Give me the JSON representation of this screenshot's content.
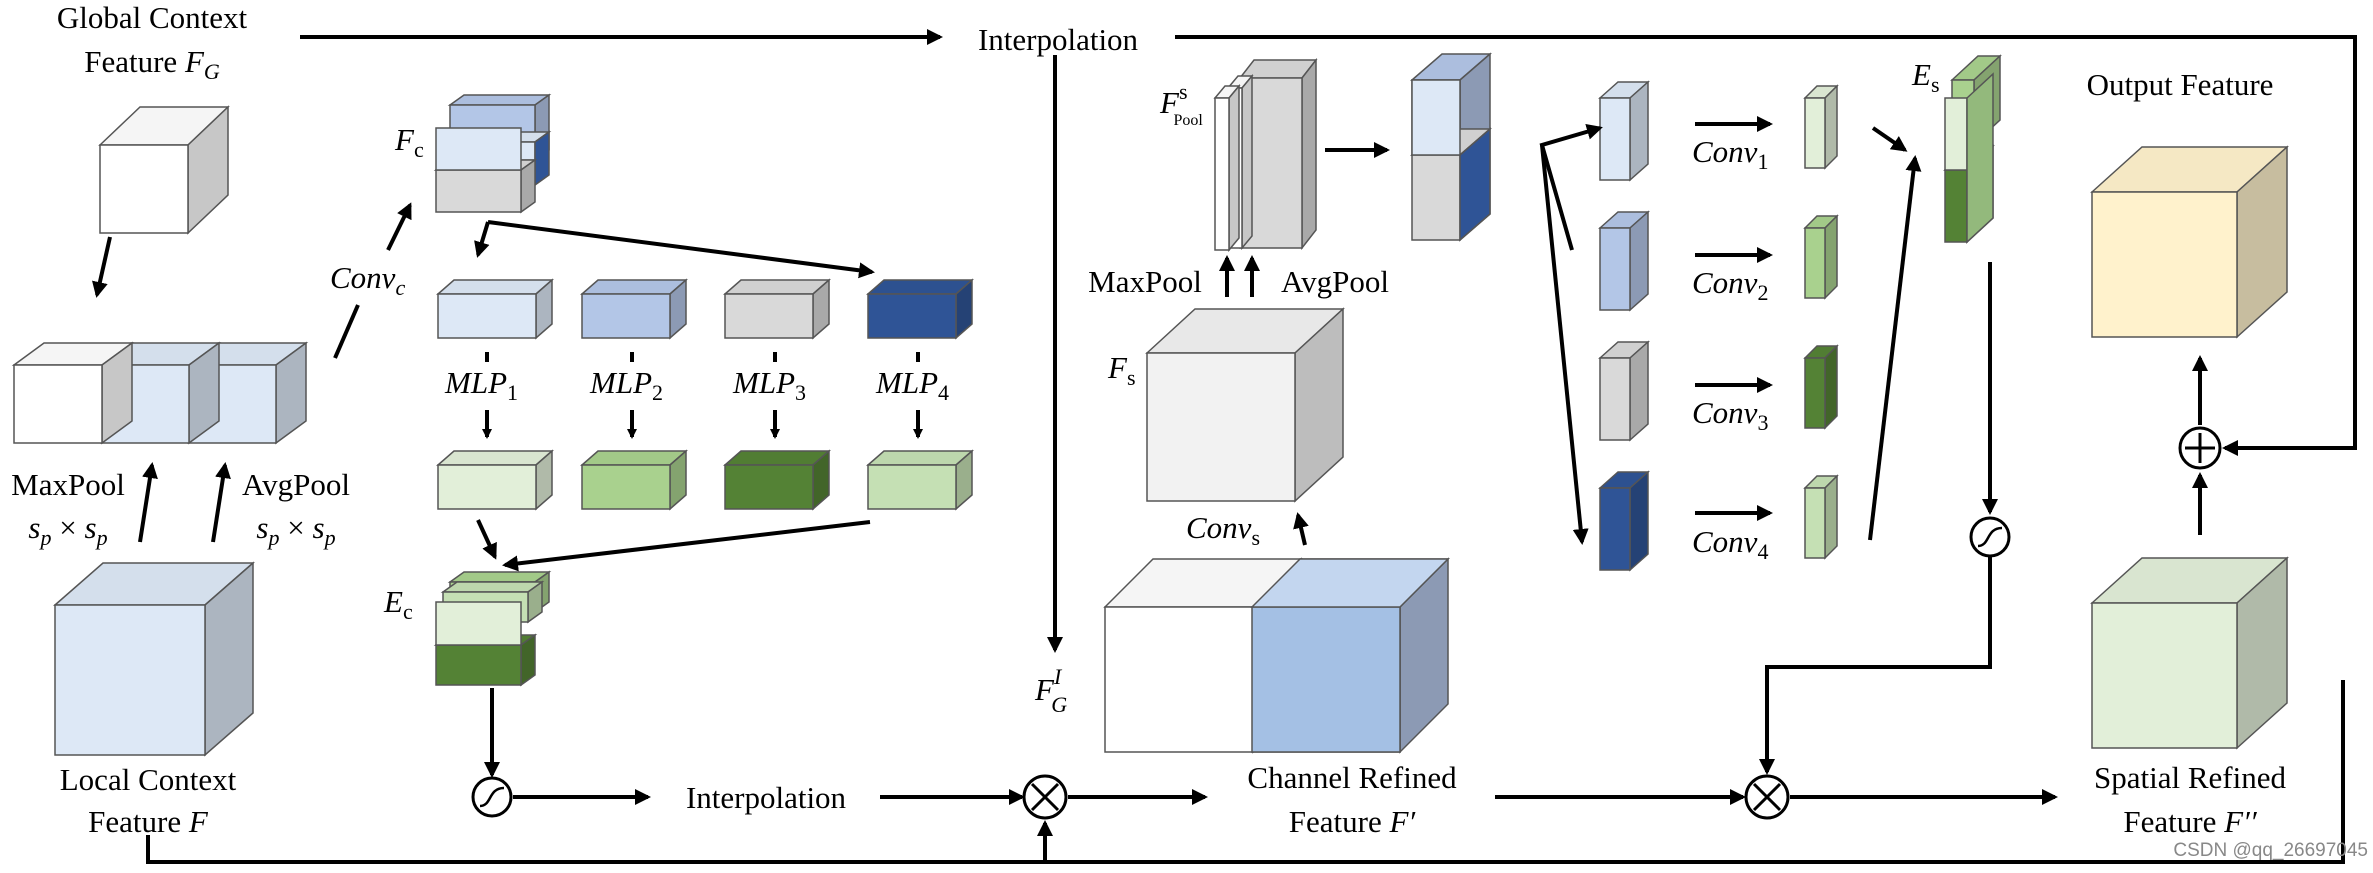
{
  "labels": {
    "global_context_l1": "Global Context",
    "global_context_l2": "Feature ",
    "global_context_sym": "F",
    "global_context_sub": "G",
    "local_context_l1": "Local Context",
    "local_context_l2": "Feature ",
    "local_context_sym": "F",
    "interpolation_top": "Interpolation",
    "interpolation_bottom": "Interpolation",
    "maxpool_left": "MaxPool",
    "avgpool_left": "AvgPool",
    "sp_left": "s",
    "sp_left_sub": "p",
    "sp_times": " × ",
    "sp_right": "s",
    "sp_right_sub": "p",
    "sp2_left": "s",
    "sp2_left_sub": "p",
    "sp2_times": " × ",
    "sp2_right": "s",
    "sp2_right_sub": "p",
    "conv_c": "Conv",
    "conv_c_sub": "c",
    "fc": "F",
    "fc_sub": "c",
    "ec": "E",
    "ec_sub": "c",
    "mlp1": "MLP",
    "mlp1_sub": "1",
    "mlp2": "MLP",
    "mlp2_sub": "2",
    "mlp3": "MLP",
    "mlp3_sub": "3",
    "mlp4": "MLP",
    "mlp4_sub": "4",
    "fgi": "F",
    "fgi_sup": "I",
    "fgi_sub": "G",
    "fpool": "F",
    "fpool_sup": "s",
    "fpool_sub": "Pool",
    "maxpool_mid": "MaxPool",
    "avgpool_mid": "AvgPool",
    "fs": "F",
    "fs_sub": "s",
    "conv_s": "Conv",
    "conv_s_sub": "s",
    "channel_refined_l1": "Channel Refined",
    "channel_refined_l2": "Feature ",
    "channel_refined_sym": "F′",
    "conv1": "Conv",
    "conv1_sub": "1",
    "conv2": "Conv",
    "conv2_sub": "2",
    "conv3": "Conv",
    "conv3_sub": "3",
    "conv4": "Conv",
    "conv4_sub": "4",
    "es": "E",
    "es_sub": "s",
    "output_feature": "Output Feature",
    "spatial_refined_l1": "Spatial Refined",
    "spatial_refined_l2": "Feature ",
    "spatial_refined_sym": "F′′",
    "watermark": "CSDN @qq_26697045"
  },
  "colors": {
    "light_blue": "#dde8f6",
    "mid_blue": "#b3c6e7",
    "dark_blue": "#2f5496",
    "light_gray": "#d9d9d9",
    "pale_green": "#e2efd9",
    "mid_green": "#a9d18e",
    "dark_green": "#548235",
    "light_green": "#c5e0b4",
    "cream": "#fff2cc",
    "white": "#ffffff"
  },
  "icons": {
    "multiply": "circle-times-icon",
    "add": "circle-plus-icon",
    "sigmoid": "sigmoid-icon"
  }
}
